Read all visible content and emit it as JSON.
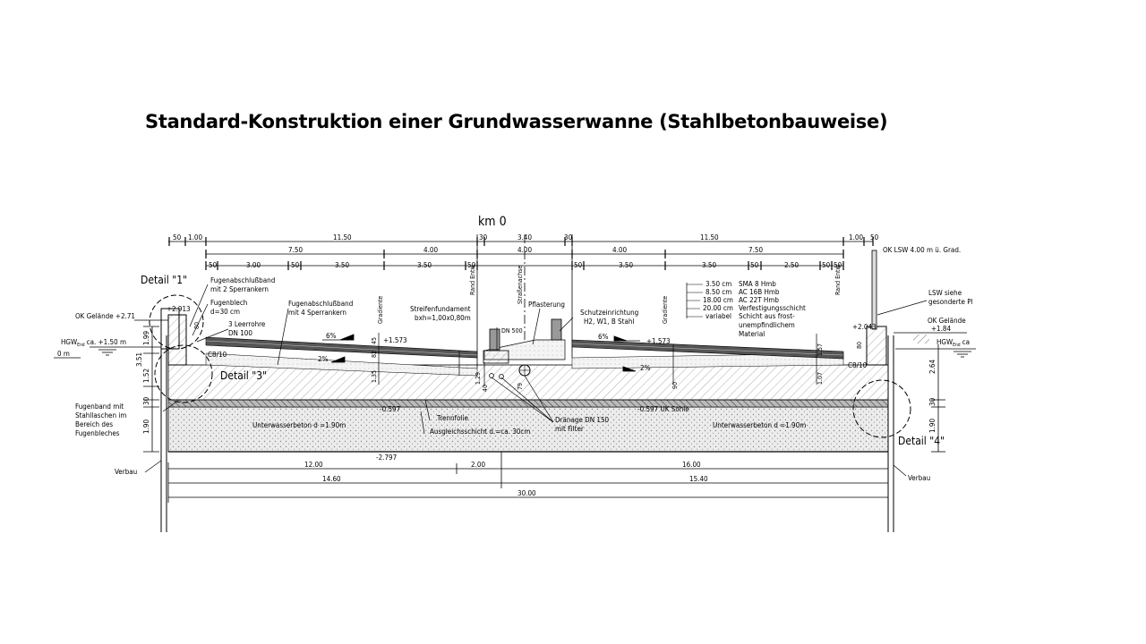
{
  "title": "Standard-Konstruktion einer Grundwasserwanne (Stahlbetonbauweise)",
  "km_label": "km 0",
  "dims_row1": [
    "50",
    "1.00",
    "11.50",
    "30",
    "3.40",
    "30",
    "11.50",
    "1.00",
    "50"
  ],
  "dims_row2": [
    "7.50",
    "4.00",
    "4.00",
    "4.00",
    "7.50"
  ],
  "dims_row3": [
    "50",
    "3.00",
    "50",
    "3.50",
    "3.50",
    "50",
    "50",
    "3.50",
    "3.50",
    "50",
    "2.50",
    "50",
    "50"
  ],
  "dims_bottom": {
    "r1": [
      "12.00",
      "2.00",
      "16.00"
    ],
    "r2": [
      "14.60",
      "15.40"
    ],
    "r3": "30.00"
  },
  "labels": {
    "detail1": "Detail \"1\"",
    "detail3": "Detail \"3\"",
    "detail4": "Detail \"4\"",
    "ok_lsw": "OK LSW 4.00 m ü. Grad.",
    "rand_entw": "Rand Entw.",
    "strassenachse": "Straßenachse",
    "gradiente": "Gradiente",
    "fugenabschlussband1_l1": "Fugenabschlußband",
    "fugenabschlussband1_l2": "mit 2 Sperrankern",
    "fugenblech_l1": "Fugenblech",
    "fugenblech_l2": "d=30 cm",
    "leerrohre_l1": "3 Leerrohre",
    "leerrohre_l2": "DN 100",
    "fugenabschlussband2_l1": "Fugenabschlußband",
    "fugenabschlussband2_l2": "mit 4 Sperrankern",
    "streifen_l1": "Streifenfundament",
    "streifen_l2": "bxh=1,00x0,80m",
    "dn500": "DN 500",
    "pflasterung": "Pflasterung",
    "schutz_l1": "Schutzeinrichtung",
    "schutz_l2": "H2, W1, B Stahl",
    "lsw_l1": "LSW siehe",
    "lsw_l2": "gesonderte Pl",
    "ok_gelaende_l": "OK Gelände +2.71",
    "ok_gelaende_r_l1": "OK Gelände",
    "ok_gelaende_r_l2": "+1.84",
    "hgw_l": "HGW",
    "hgw_sub": "End",
    "hgw_val": "ca. +1.50 m",
    "zero_m": "0 m",
    "hgw_r": "HGW",
    "hgw_r_sub": "End",
    "hgw_r_val": "ca",
    "val_2913": "+2.913",
    "val_1573a": "+1.573",
    "val_1573b": "+1.573",
    "val_2043": "+2.043",
    "val_0597a": "-0.597",
    "val_0597b": "-0.597 UK Sohle",
    "val_2797": "-2.797",
    "slope_6a": "6%",
    "slope_6b": "6%",
    "slope_2a": "2%",
    "slope_2b": "2%",
    "c810a": "C8/10",
    "c810b": "C8/10",
    "fugenband_l1": "Fugenband mit",
    "fugenband_l2": "Stahllaschen im",
    "fugenband_l3": "Bereich des",
    "fugenband_l4": "Fugenbleches",
    "trennfolie": "Trennfolie",
    "ausgleich": "Ausgleichsschicht d.=ca. 30cm",
    "draenage_l1": "Dränage DN 150",
    "draenage_l2": "mit Filter",
    "uw_left": "Unterwasserbeton d =1.90m",
    "uw_right": "Unterwasserbeton d =1.90m",
    "verbau_l": "Verbau",
    "verbau_r": "Verbau"
  },
  "layers": [
    {
      "thk": "3.50 cm",
      "mat": "SMA 8 Hmb"
    },
    {
      "thk": "8.50 cm",
      "mat": "AC 16B Hmb"
    },
    {
      "thk": "18.00 cm",
      "mat": "AC 22T Hmb"
    },
    {
      "thk": "20.00 cm",
      "mat": "Verfestigungsschicht"
    },
    {
      "thk": "variabel",
      "mat": "Schicht aus frost-"
    },
    {
      "thk": "",
      "mat": "unempfindlichem"
    },
    {
      "thk": "",
      "mat": "Material"
    }
  ],
  "vdims_left": [
    "1.99",
    "3.51",
    "1.52",
    "30",
    "1.90"
  ],
  "vdims_right": [
    "2.64",
    "30",
    "1.90"
  ],
  "vdims_inner": [
    "80",
    "1.35",
    "82",
    "45",
    "1.29",
    "79",
    "40",
    "1.07",
    "1.57",
    "80",
    "90"
  ]
}
